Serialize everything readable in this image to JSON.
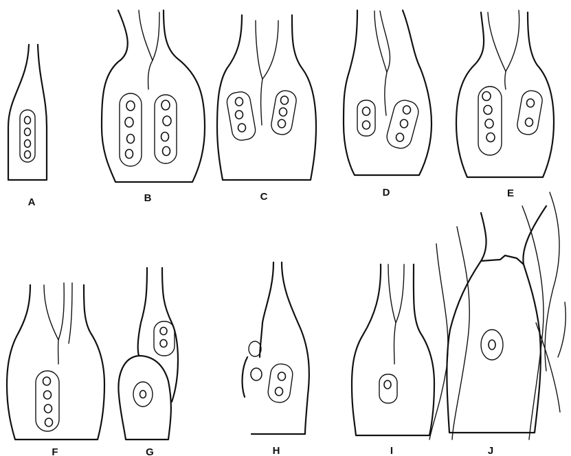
{
  "panels": [
    {
      "label": "A"
    },
    {
      "label": "B"
    },
    {
      "label": "C"
    },
    {
      "label": "D"
    },
    {
      "label": "E"
    },
    {
      "label": "F"
    },
    {
      "label": "G"
    },
    {
      "label": "H"
    },
    {
      "label": "I"
    },
    {
      "label": "J"
    }
  ]
}
